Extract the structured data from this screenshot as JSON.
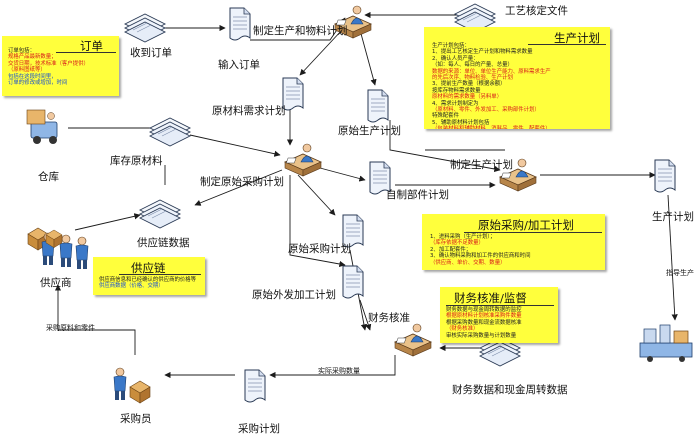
{
  "colors": {
    "note_bg": "#ffff3c",
    "note_text_dark": "#222222",
    "note_text_red": "#d81b1b",
    "note_text_blue": "#1a4fd0",
    "line": "#1c1c1c",
    "doc_fill": "#eef3fb"
  },
  "labels": {
    "craft_doc": "工艺核定文件",
    "receive_order": "收到订单",
    "input_order": "输入订单",
    "make_prod_material_plan": "制定生产和物料计划",
    "raw_material_demand_plan": "原材料需求计划",
    "raw_production_plan": "原始生产计划",
    "warehouse": "仓库",
    "raw_material_stock": "库存原材料",
    "make_raw_purchase_plan": "制定原始采购计划",
    "make_production_plan": "制定生产计划",
    "production_plan": "生产计划",
    "self_made_parts_plan": "自制部件计划",
    "supplier": "供应商",
    "supply_chain_data": "供应链数据",
    "raw_purchase_plan": "原始采购计划",
    "raw_outsource_plan": "原始外发加工计划",
    "finance_approval": "财务核准",
    "finance_data": "财务数据和现金周转数据",
    "purchaser": "采购员",
    "purchase_plan": "采购计划",
    "purchase_raw_parts": "采购原料和零件",
    "actual_purchase_qty": "实际采购数量",
    "guide_production": "指导生产"
  },
  "notes": {
    "order": {
      "title": "订单",
      "lines": [
        {
          "t": "订单包括：",
          "c": "dark"
        },
        {
          "t": "  规格产品最新数量；",
          "c": "red"
        },
        {
          "t": "  交货日期，技术标准（客户提供）",
          "c": "red"
        },
        {
          "t": "  （原料图纸等）",
          "c": "red"
        },
        {
          "t": "  包括在这段时间里，",
          "c": "blue"
        },
        {
          "t": "  订单的修改或增加，时间",
          "c": "blue"
        }
      ]
    },
    "production_plan": {
      "title": "生产计划",
      "lines": [
        {
          "t": "生产计划包括：",
          "c": "dark"
        },
        {
          "t": "1、提出工艺核定生产计划和物料需求数量",
          "c": "dark"
        },
        {
          "t": "2、确认人员产量：",
          "c": "dark"
        },
        {
          "t": "（如：每人、每日的产量、总量）",
          "c": "dark"
        },
        {
          "t": "数据的来源：单位、单位生产能力、原料需求生产",
          "c": "red"
        },
        {
          "t": "  的先后次序、物料检验、生产计划",
          "c": "red"
        },
        {
          "t": "3、提前生产数量（根据余额）",
          "c": "dark"
        },
        {
          "t": "按库存物料需求数量",
          "c": "dark"
        },
        {
          "t": "原材料的需求数量（另料单）",
          "c": "red"
        },
        {
          "t": "4、需求计划制定为",
          "c": "dark"
        },
        {
          "t": "（原材料、零件、外发加工、采购部件计划）",
          "c": "red"
        },
        {
          "t": "特殊配套件",
          "c": "dark"
        },
        {
          "t": "5、辅助原材料计划包括",
          "c": "dark"
        },
        {
          "t": "（包装材料和辅助材料、消耗品、零件、配套件）",
          "c": "red"
        }
      ]
    },
    "purchase": {
      "title": "原始采购/加工计划",
      "lines": [
        {
          "t": "1、进料采购（生产计划）；",
          "c": "dark"
        },
        {
          "t": "  （库存依据不足数量）",
          "c": "red"
        },
        {
          "t": "2、加工配套件；",
          "c": "dark"
        },
        {
          "t": "3、确认物料采购和加工件的供应商和时间",
          "c": "dark"
        },
        {
          "t": "  （供应商、单价、交期、数量）",
          "c": "red"
        }
      ]
    },
    "supply_chain": {
      "title": "供应链",
      "lines": [
        {
          "t": "供应商信息和已经确认的供应商的价格等",
          "c": "dark"
        },
        {
          "t": "  供应商数据（价格、交期）",
          "c": "blue"
        }
      ]
    },
    "finance": {
      "title": "财务核准/监督",
      "lines": [
        {
          "t": "财务数据与现金周转数据的监控",
          "c": "dark"
        },
        {
          "t": "根据原材料计划核准采购件数量",
          "c": "red"
        },
        {
          "t": "根据采购数量和现金流数据核准",
          "c": "dark"
        },
        {
          "t": "  （财务核准）",
          "c": "red"
        },
        {
          "t": "审核实际采购数量与计划数量",
          "c": "dark"
        }
      ]
    }
  }
}
